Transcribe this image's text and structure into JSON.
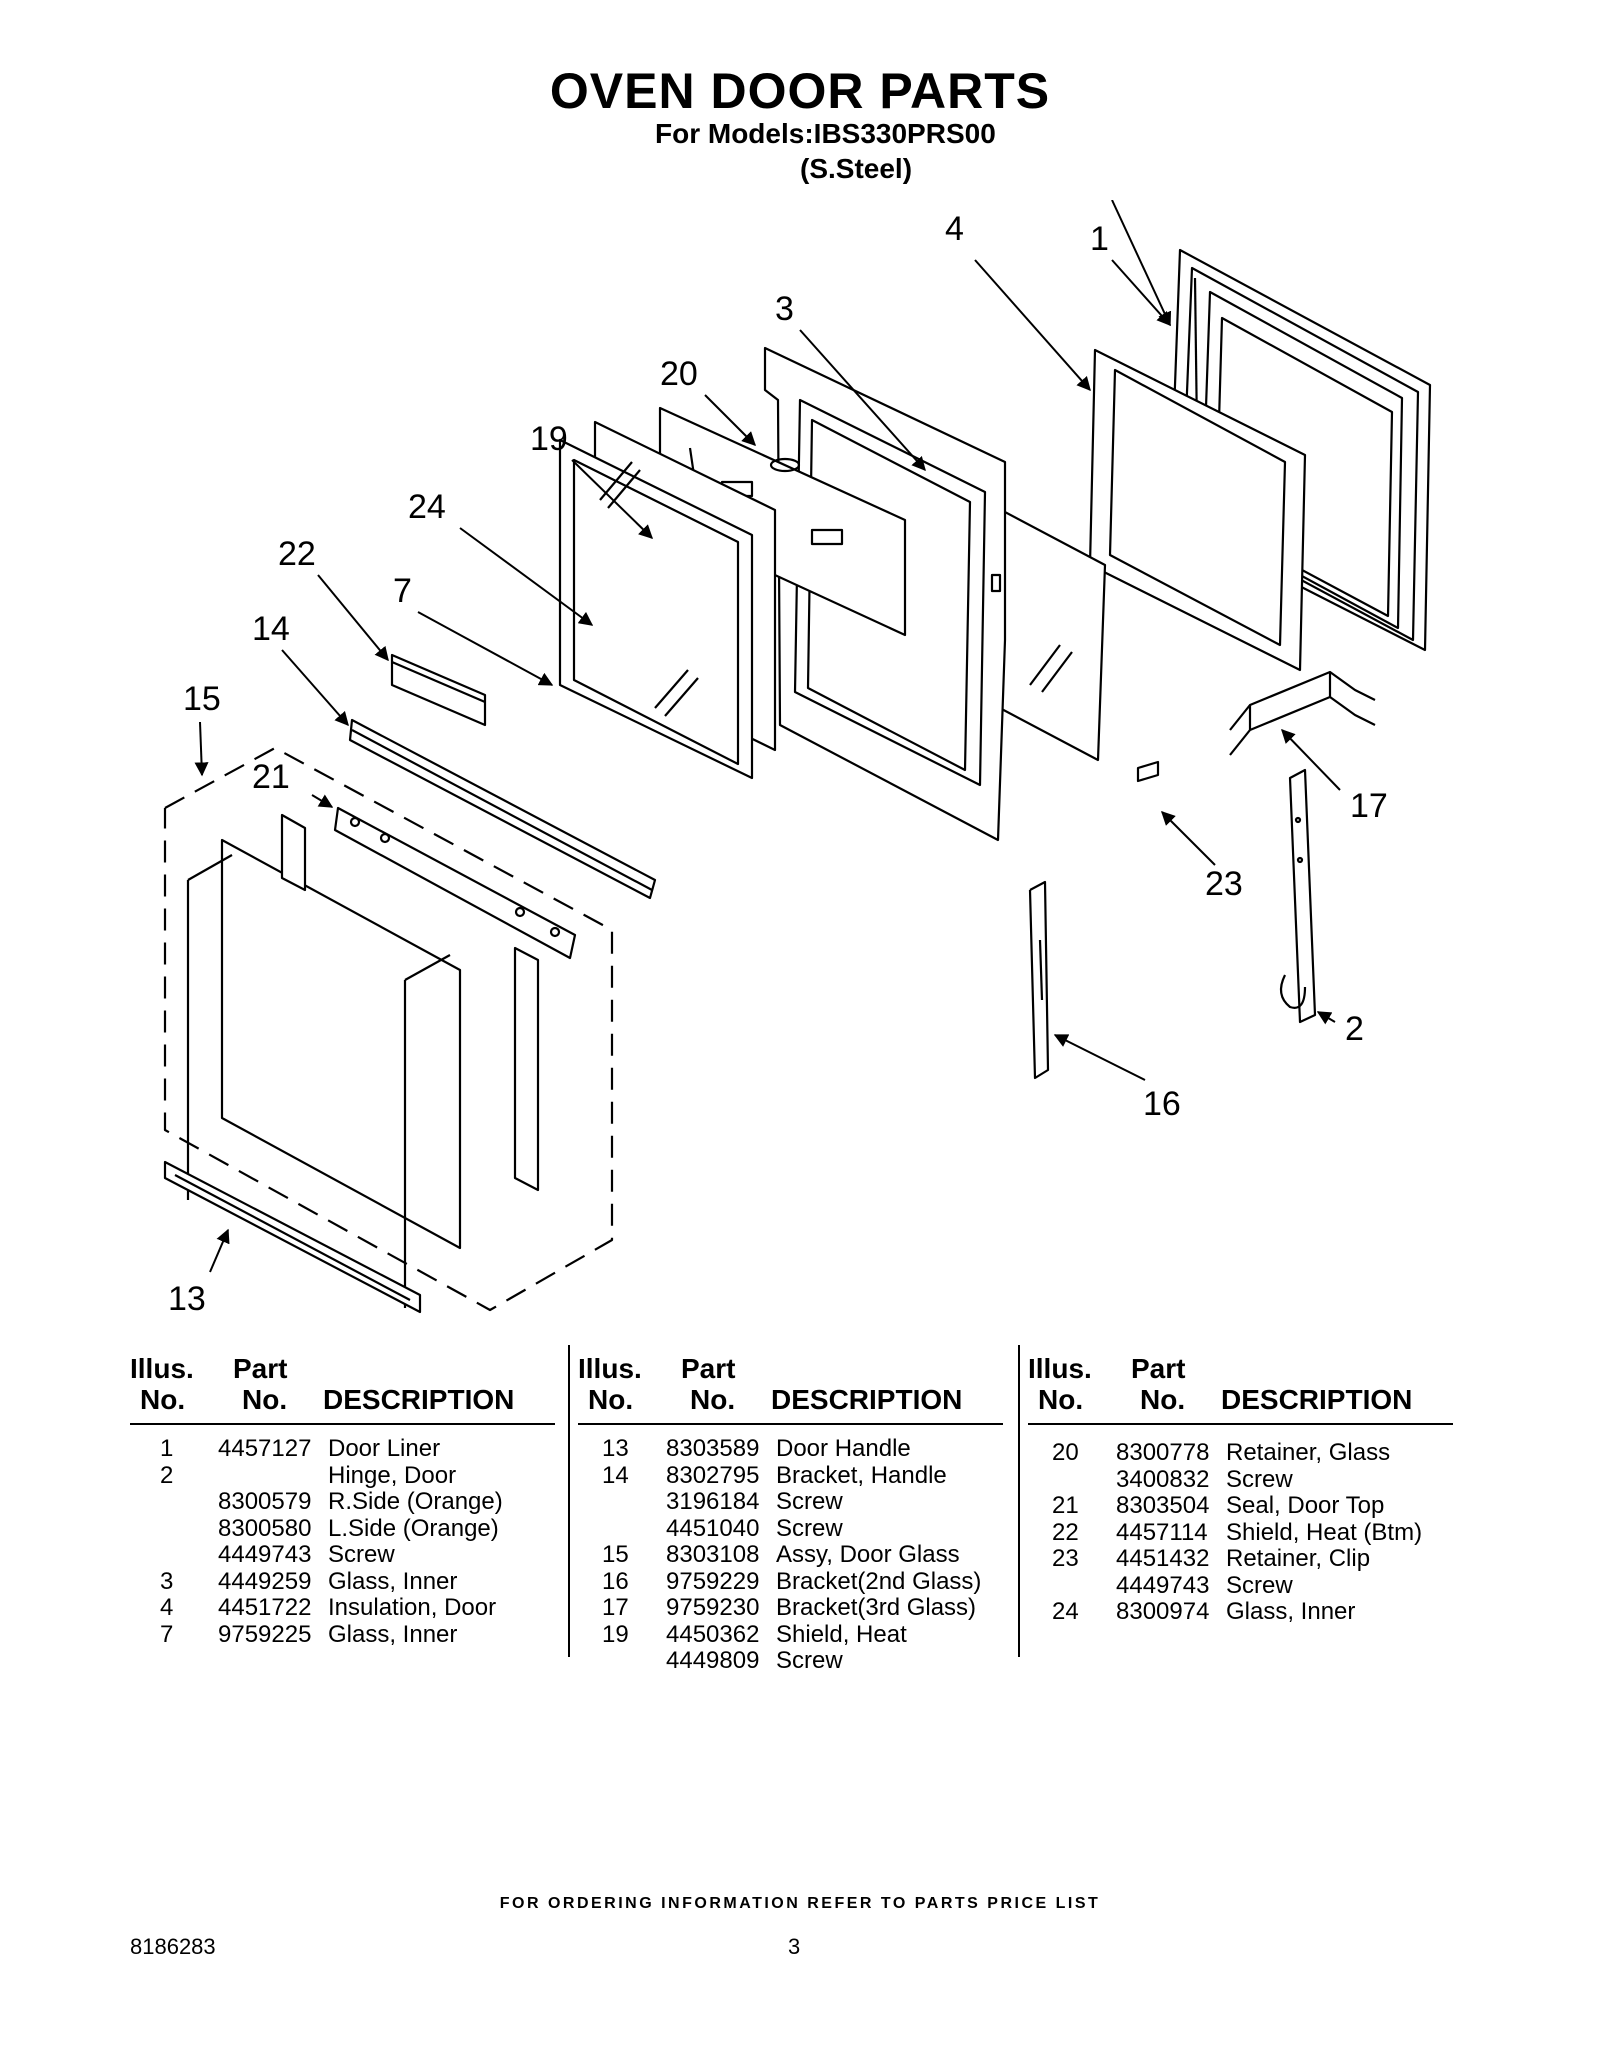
{
  "header": {
    "title": "OVEN DOOR PARTS",
    "subtitle": "For Models:IBS330PRS00",
    "finish": "(S.Steel)"
  },
  "callouts": [
    "1",
    "2",
    "3",
    "4",
    "7",
    "13",
    "14",
    "15",
    "16",
    "17",
    "19",
    "20",
    "21",
    "22",
    "23",
    "24"
  ],
  "table_headers": {
    "illus": [
      "Illus.",
      "No."
    ],
    "part": [
      "Part",
      "No."
    ],
    "description": "DESCRIPTION"
  },
  "parts_columns": [
    [
      {
        "illus": "1",
        "part": "4457127",
        "desc": "Door Liner"
      },
      {
        "illus": "2",
        "part": "",
        "desc": "Hinge, Door"
      },
      {
        "illus": "",
        "part": "8300579",
        "desc": "R.Side (Orange)"
      },
      {
        "illus": "",
        "part": "8300580",
        "desc": "L.Side (Orange)"
      },
      {
        "illus": "",
        "part": "4449743",
        "desc": "Screw"
      },
      {
        "illus": "3",
        "part": "4449259",
        "desc": "Glass, Inner"
      },
      {
        "illus": "4",
        "part": "4451722",
        "desc": "Insulation, Door"
      },
      {
        "illus": "7",
        "part": "9759225",
        "desc": "Glass, Inner"
      }
    ],
    [
      {
        "illus": "13",
        "part": "8303589",
        "desc": "Door Handle"
      },
      {
        "illus": "14",
        "part": "8302795",
        "desc": "Bracket, Handle"
      },
      {
        "illus": "",
        "part": "3196184",
        "desc": "Screw"
      },
      {
        "illus": "",
        "part": "4451040",
        "desc": "Screw"
      },
      {
        "illus": "15",
        "part": "8303108",
        "desc": "Assy, Door Glass"
      },
      {
        "illus": "16",
        "part": "9759229",
        "desc": "Bracket(2nd Glass)"
      },
      {
        "illus": "17",
        "part": "9759230",
        "desc": "Bracket(3rd Glass)"
      },
      {
        "illus": "19",
        "part": "4450362",
        "desc": "Shield, Heat"
      },
      {
        "illus": "",
        "part": "4449809",
        "desc": "Screw"
      }
    ],
    [
      {
        "illus": "20",
        "part": "8300778",
        "desc": "Retainer, Glass"
      },
      {
        "illus": "",
        "part": "3400832",
        "desc": "Screw"
      },
      {
        "illus": "21",
        "part": "8303504",
        "desc": "Seal, Door Top"
      },
      {
        "illus": "22",
        "part": "4457114",
        "desc": "Shield, Heat (Btm)"
      },
      {
        "illus": "23",
        "part": "4451432",
        "desc": "Retainer, Clip"
      },
      {
        "illus": "",
        "part": "4449743",
        "desc": "Screw"
      },
      {
        "illus": "24",
        "part": "8300974",
        "desc": "Glass, Inner"
      }
    ]
  ],
  "footer": {
    "ordering_note": "FOR ORDERING INFORMATION REFER TO PARTS PRICE LIST",
    "doc_number": "8186283",
    "page_number": "3"
  }
}
